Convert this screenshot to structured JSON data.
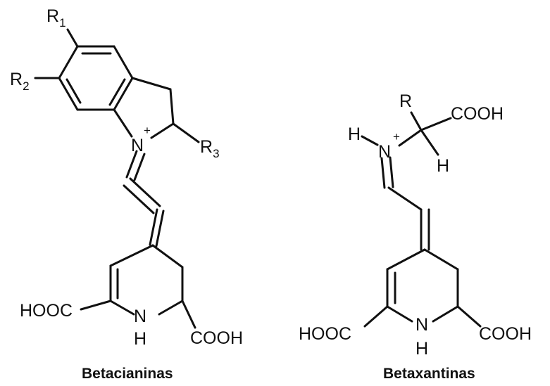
{
  "structures": [
    {
      "name": "Betacianinas",
      "labels": {
        "r1": "R",
        "r1_sub": "1",
        "r2": "R",
        "r2_sub": "2",
        "r3": "R",
        "r3_sub": "3",
        "n": "N",
        "charge": "+",
        "cooh_left": "HOOC",
        "cooh_right": "COOH",
        "nh_n": "N",
        "nh_h": "H"
      }
    },
    {
      "name": "Betaxantinas",
      "labels": {
        "h": "H",
        "n": "N",
        "charge": "+",
        "r": "R",
        "cooh_top": "COOH",
        "h_bottom": "H",
        "cooh_left": "HOOC",
        "cooh_right": "COOH",
        "nh_n": "N",
        "nh_h": "H"
      }
    }
  ],
  "colors": {
    "ink": "#111111",
    "background": "#ffffff"
  }
}
